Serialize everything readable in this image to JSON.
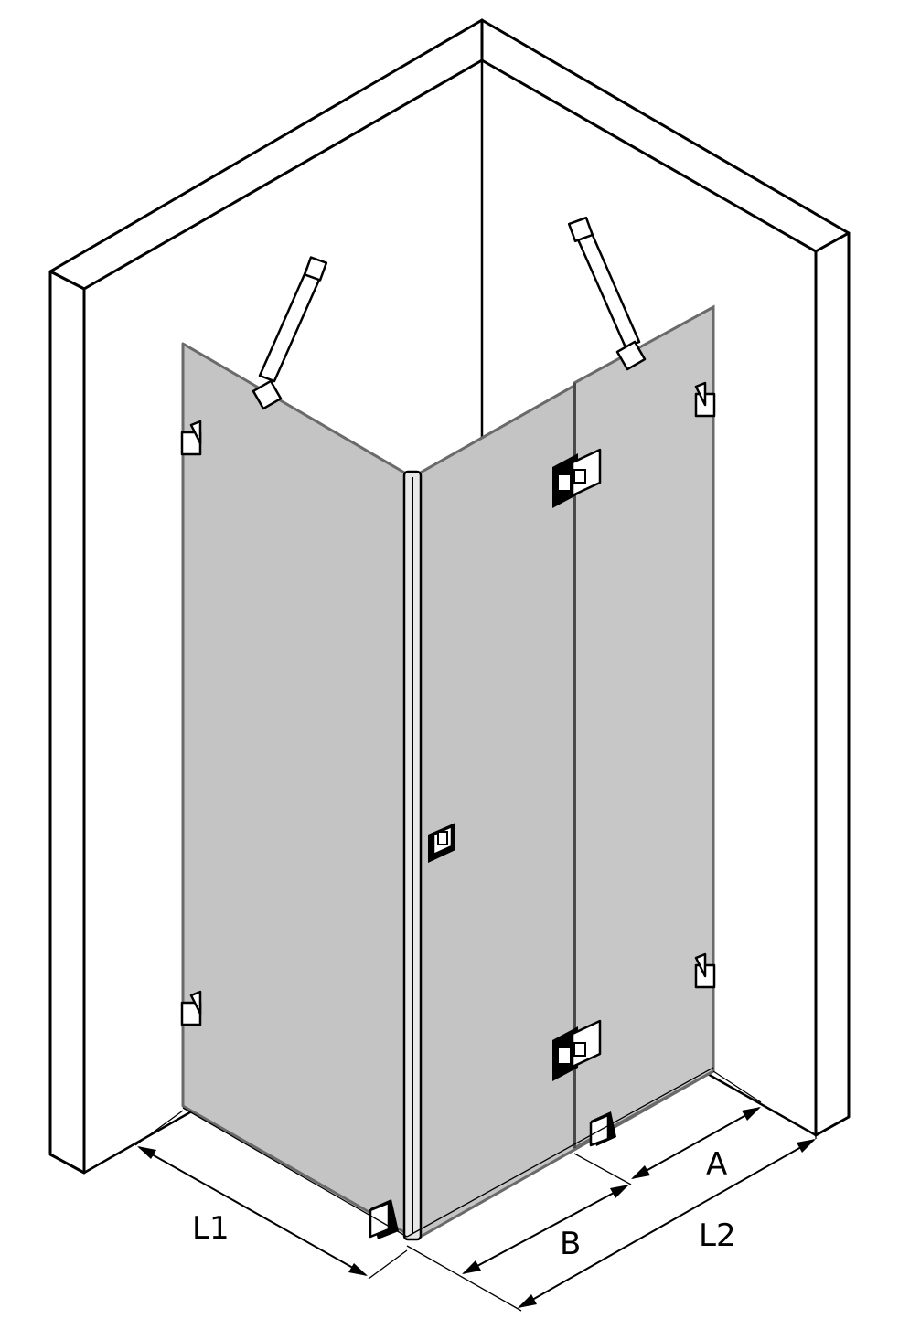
{
  "dimensions": {
    "l1": "L1",
    "l2": "L2",
    "a": "A",
    "b": "B"
  }
}
